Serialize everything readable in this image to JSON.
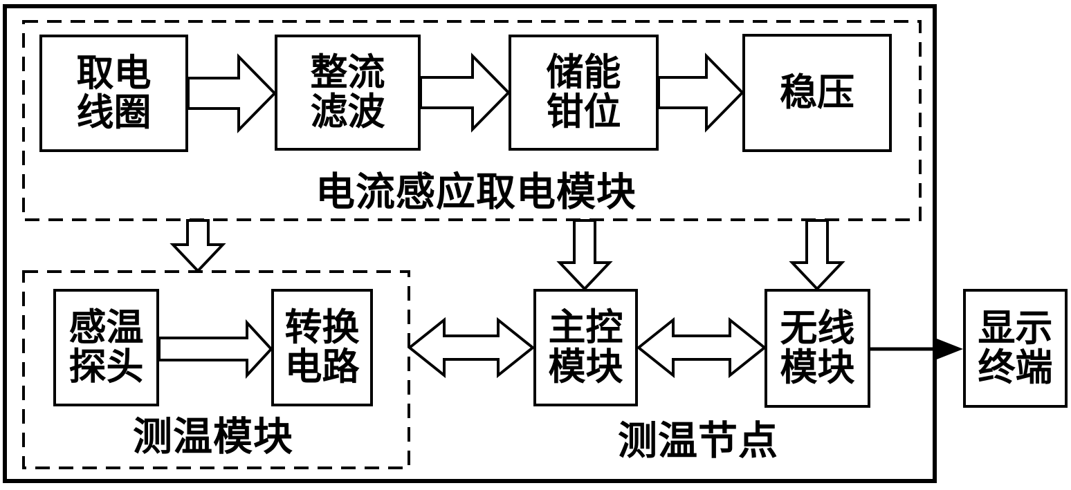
{
  "colors": {
    "ink": "#000000",
    "background": "#ffffff"
  },
  "power_module": {
    "label": "电流感应取电模块",
    "boxes": [
      {
        "id": "pickup-coil",
        "label": "取电\n线圈"
      },
      {
        "id": "rectifier-filter",
        "label": "整流\n滤波"
      },
      {
        "id": "storage-clamp",
        "label": "储能\n钳位"
      },
      {
        "id": "voltage-regulator",
        "label": "稳压"
      }
    ]
  },
  "temp_module": {
    "label": "测温模块",
    "boxes": [
      {
        "id": "temp-probe",
        "label": "感温\n探头"
      },
      {
        "id": "conversion-circuit",
        "label": "转换\n电路"
      }
    ]
  },
  "node": {
    "label": "测温节点",
    "boxes": [
      {
        "id": "main-control",
        "label": "主控\n模块"
      },
      {
        "id": "wireless",
        "label": "无线\n模块"
      }
    ]
  },
  "display_terminal": {
    "label": "显示\n终端"
  }
}
